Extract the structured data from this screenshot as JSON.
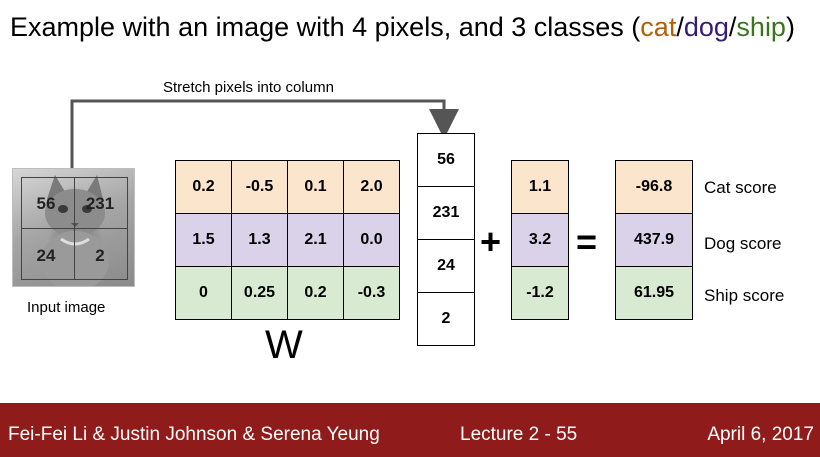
{
  "slide": {
    "title_prefix": "Example with an image with 4 pixels, and 3 classes (",
    "title_cat": "cat",
    "title_sep1": "/",
    "title_dog": "dog",
    "title_sep2": "/",
    "title_ship": "ship",
    "title_suffix": ")",
    "stretch_label": "Stretch pixels into column",
    "input_label": "Input image",
    "pixels": [
      "56",
      "231",
      "24",
      "2"
    ],
    "weights_label": "W",
    "weights": [
      [
        "0.2",
        "-0.5",
        "0.1",
        "2.0"
      ],
      [
        "1.5",
        "1.3",
        "2.1",
        "0.0"
      ],
      [
        "0",
        "0.25",
        "0.2",
        "-0.3"
      ]
    ],
    "plus": "+",
    "equals": "=",
    "bias": [
      "1.1",
      "3.2",
      "-1.2"
    ],
    "scores": [
      "-96.8",
      "437.9",
      "61.95"
    ],
    "score_labels": [
      "Cat score",
      "Dog score",
      "Ship score"
    ]
  },
  "footer": {
    "authors": "Fei-Fei Li & Justin Johnson & Serena Yeung",
    "lecture": "Lecture 2 -   55",
    "date": "April 6, 2017"
  },
  "colors": {
    "cat": "#b45f06",
    "dog": "#351c75",
    "ship": "#38761d",
    "cat_row": "#fce5cd",
    "dog_row": "#d9d2e9",
    "ship_row": "#d9ead3",
    "footer_bg": "#8f1b1b"
  }
}
